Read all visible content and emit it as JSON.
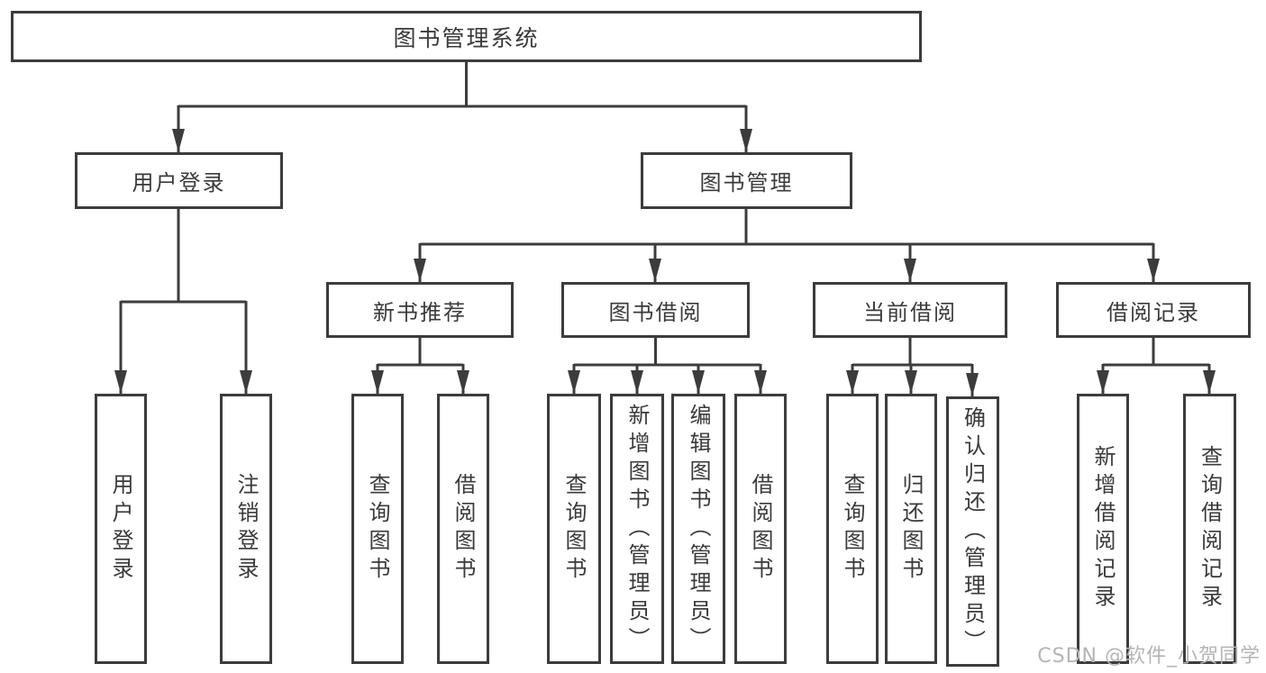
{
  "diagram": {
    "root": {
      "label": "图书管理系统"
    },
    "level2": [
      {
        "label": "用户登录"
      },
      {
        "label": "图书管理"
      }
    ],
    "level3": [
      {
        "label": "新书推荐"
      },
      {
        "label": "图书借阅"
      },
      {
        "label": "当前借阅"
      },
      {
        "label": "借阅记录"
      }
    ],
    "leaves": [
      {
        "group": "用户登录",
        "label": "用户登录"
      },
      {
        "group": "用户登录",
        "label": "注销登录"
      },
      {
        "group": "新书推荐",
        "label": "查询图书"
      },
      {
        "group": "新书推荐",
        "label": "借阅图书"
      },
      {
        "group": "图书借阅",
        "label": "查询图书"
      },
      {
        "group": "图书借阅",
        "label": "新增图书（管理员）"
      },
      {
        "group": "图书借阅",
        "label": "编辑图书（管理员）"
      },
      {
        "group": "图书借阅",
        "label": "借阅图书"
      },
      {
        "group": "当前借阅",
        "label": "查询图书"
      },
      {
        "group": "当前借阅",
        "label": "归还图书"
      },
      {
        "group": "当前借阅",
        "label": "确认归还（管理员）"
      },
      {
        "group": "借阅记录",
        "label": "新增借阅记录"
      },
      {
        "group": "借阅记录",
        "label": "查询借阅记录"
      }
    ]
  },
  "watermark": {
    "text": "CSDN @软件_小贺同学"
  },
  "colors": {
    "line": "#3c3c3c",
    "text": "#3a3a3a",
    "watermark": "#b5b5b5",
    "background": "#ffffff"
  }
}
